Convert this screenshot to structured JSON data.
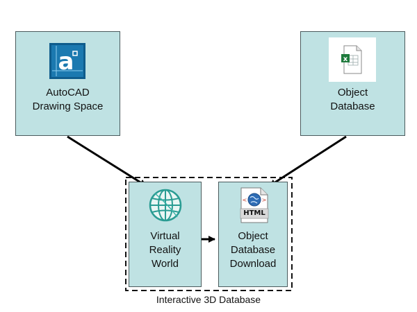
{
  "diagram": {
    "nodes": {
      "autocad": {
        "label_lines": [
          "AutoCAD",
          "Drawing Space"
        ],
        "icon": "autocad-logo-icon"
      },
      "object_db": {
        "label_lines": [
          "Object",
          "Database"
        ],
        "icon": "spreadsheet-file-icon"
      },
      "vr_world": {
        "label_lines": [
          "Virtual",
          "Reality",
          "World"
        ],
        "icon": "globe-icon"
      },
      "db_download": {
        "label_lines": [
          "Object",
          "Database",
          "Download"
        ],
        "icon": "html-file-icon",
        "icon_text": "HTML"
      }
    },
    "group": {
      "label": "Interactive 3D Database"
    },
    "edges": [
      {
        "from": "autocad",
        "to": "vr_world"
      },
      {
        "from": "object_db",
        "to": "db_download"
      },
      {
        "from": "vr_world",
        "to": "db_download"
      }
    ],
    "colors": {
      "node_fill": "#bfe2e3",
      "arrow": "#000000",
      "node_border": "#4a5a5c"
    }
  }
}
